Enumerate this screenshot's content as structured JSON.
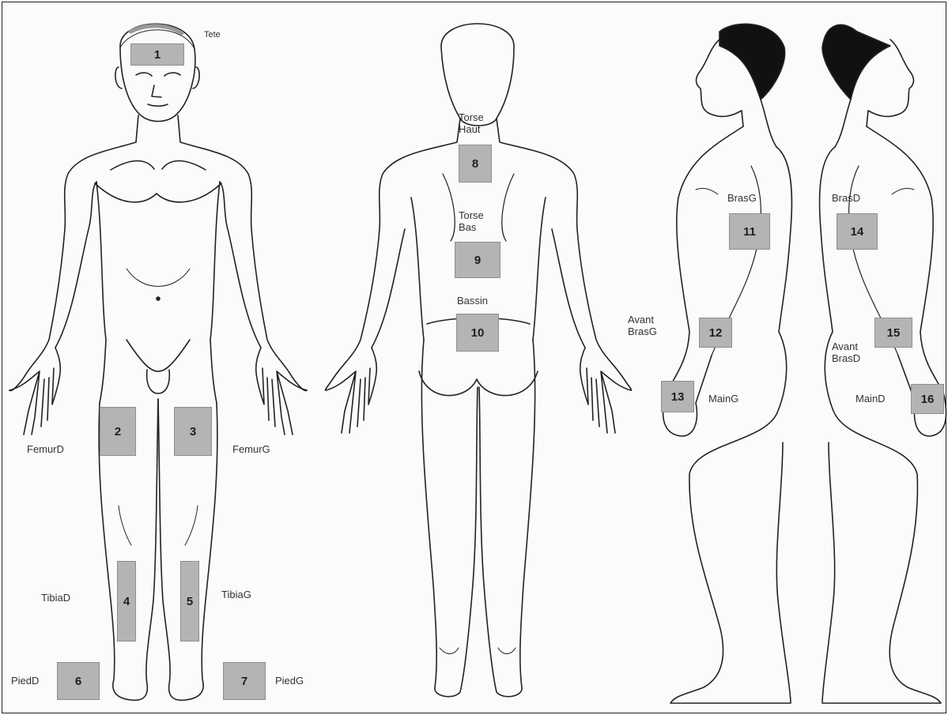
{
  "zones": [
    {
      "id": "1",
      "label": "Tete"
    },
    {
      "id": "2",
      "label": "FemurD"
    },
    {
      "id": "3",
      "label": "FemurG"
    },
    {
      "id": "4",
      "label": "TibiaD"
    },
    {
      "id": "5",
      "label": "TibiaG"
    },
    {
      "id": "6",
      "label": "PiedD"
    },
    {
      "id": "7",
      "label": "PiedG"
    },
    {
      "id": "8",
      "label_line1": "Torse",
      "label_line2": "Haut"
    },
    {
      "id": "9",
      "label_line1": "Torse",
      "label_line2": "Bas"
    },
    {
      "id": "10",
      "label": "Bassin"
    },
    {
      "id": "11",
      "label": "BrasG"
    },
    {
      "id": "12",
      "label_line1": "Avant",
      "label_line2": "BrasG"
    },
    {
      "id": "13",
      "label": "MainG"
    },
    {
      "id": "14",
      "label": "BrasD"
    },
    {
      "id": "15",
      "label_line1": "Avant",
      "label_line2": "BrasD"
    },
    {
      "id": "16",
      "label": "MainD"
    }
  ],
  "colors": {
    "zone_fill": "#b4b4b4",
    "line": "#222222",
    "hair": "#111111"
  }
}
